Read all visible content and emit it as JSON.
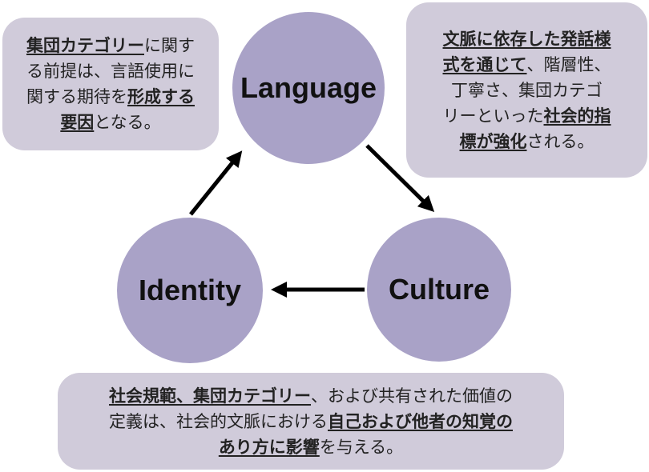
{
  "nodes": {
    "language": "Language",
    "culture": "Culture",
    "identity": "Identity"
  },
  "colors": {
    "circle": "#a9a2c7",
    "box": "#d0cbda",
    "arrow": "#000000"
  },
  "boxes": {
    "top_left": [
      [
        {
          "text": "集団カテゴリー",
          "bold": true
        },
        {
          "text": "に関す",
          "bold": false
        }
      ],
      [
        {
          "text": "る前提は、言語使用に",
          "bold": false
        }
      ],
      [
        {
          "text": "関する期待を",
          "bold": false
        },
        {
          "text": "形成する",
          "bold": true
        }
      ],
      [
        {
          "text": "要因",
          "bold": true
        },
        {
          "text": "となる。",
          "bold": false
        }
      ]
    ],
    "top_right": [
      [
        {
          "text": "文脈に依存した発話様",
          "bold": true
        }
      ],
      [
        {
          "text": "式を通じて",
          "bold": true
        },
        {
          "text": "、階層性、",
          "bold": false
        }
      ],
      [
        {
          "text": "丁寧さ、集団カテゴ",
          "bold": false
        }
      ],
      [
        {
          "text": "リーといった",
          "bold": false
        },
        {
          "text": "社会的指",
          "bold": true
        }
      ],
      [
        {
          "text": "標が強化",
          "bold": true
        },
        {
          "text": "される。",
          "bold": false
        }
      ]
    ],
    "bottom": [
      [
        {
          "text": "社会規範、集団カテゴリー",
          "bold": true
        },
        {
          "text": "、および共有された価値の",
          "bold": false
        }
      ],
      [
        {
          "text": "定義は、社会的文脈における",
          "bold": false
        },
        {
          "text": "自己および他者の知覚の",
          "bold": true
        }
      ],
      [
        {
          "text": "あり方に影響",
          "bold": true
        },
        {
          "text": "を与える。",
          "bold": false
        }
      ]
    ]
  }
}
